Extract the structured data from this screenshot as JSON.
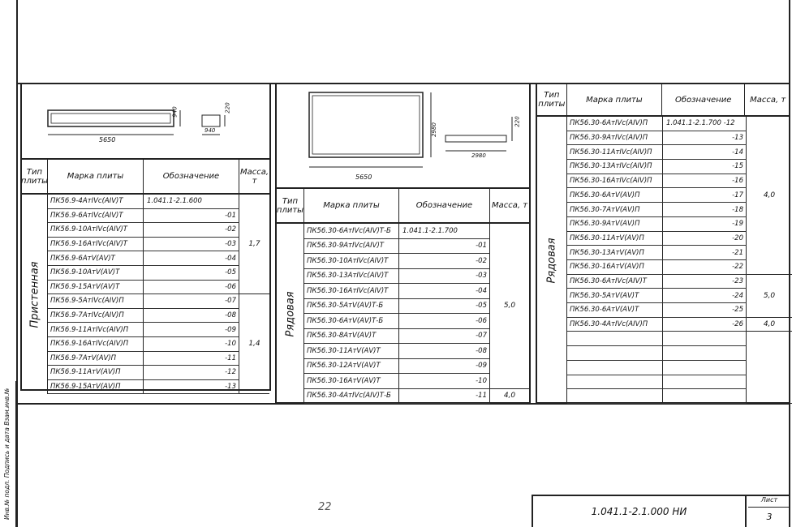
{
  "left_table": {
    "headers": [
      "Тип плиты",
      "Марка плиты",
      "Обозначение",
      "Масса, т"
    ],
    "dims": {
      "length": "5650",
      "width": "940",
      "height": "220",
      "section_width": "940"
    },
    "type": "Пристенная",
    "rows": [
      [
        "ПК56.9-4АтIVс(АIV)Т",
        "1.041.1-2.1.600"
      ],
      [
        "ПК56.9-6АтIVс(АIV)Т",
        "-01"
      ],
      [
        "ПК56.9-10АтIVс(АIV)Т",
        "-02"
      ],
      [
        "ПК56.9-16АтIVс(АIV)Т",
        "-03"
      ],
      [
        "ПК56.9-6АтV(АV)Т",
        "-04"
      ],
      [
        "ПК56.9-10АтV(АV)Т",
        "-05"
      ],
      [
        "ПК56.9-15АтV(АV)Т",
        "-06"
      ],
      [
        "ПК56.9-5АтIVс(АIV)П",
        "-07"
      ],
      [
        "ПК56.9-7АтIVс(АIV)П",
        "-08"
      ],
      [
        "ПК56.9-11АтIVс(АIV)П",
        "-09"
      ],
      [
        "ПК56.9-16АтIVс(АIV)П",
        "-10"
      ],
      [
        "ПК56.9-7АтV(АV)П",
        "-11"
      ],
      [
        "ПК56.9-11АтV(АV)П",
        "-12"
      ],
      [
        "ПК56.9-15АтV(АV)П",
        "-13"
      ]
    ],
    "mass": [
      {
        "value": "1,7",
        "rows": 7
      },
      {
        "value": "1,4",
        "rows": 7
      }
    ]
  },
  "middle_table": {
    "headers": [
      "Тип плиты",
      "Марка плиты",
      "Обозначение",
      "Масса, т"
    ],
    "dims": {
      "length": "5650",
      "width": "2980",
      "height": "220",
      "section_width": "2980"
    },
    "type": "Рядовая",
    "rows": [
      [
        "ПК56.30-6АтIVс(АIV)Т-Б",
        "1.041.1-2.1.700"
      ],
      [
        "ПК56.30-9АтIVс(АIV)Т",
        "-01"
      ],
      [
        "ПК56.30-10АтIVс(АIV)Т",
        "-02"
      ],
      [
        "ПК56.30-13АтIVс(АIV)Т",
        "-03"
      ],
      [
        "ПК56.30-16АтIVс(АIV)Т",
        "-04"
      ],
      [
        "ПК56.30-5АтV(АV)Т-Б",
        "-05"
      ],
      [
        "ПК56.30-6АтV(АV)Т-Б",
        "-06"
      ],
      [
        "ПК56.30-8АтV(АV)Т",
        "-07"
      ],
      [
        "ПК56.30-11АтV(АV)Т",
        "-08"
      ],
      [
        "ПК56.30-12АтV(АV)Т",
        "-09"
      ],
      [
        "ПК56.30-16АтV(АV)Т",
        "-10"
      ],
      [
        "ПК56.30-4АтIVс(АIV)Т-Б",
        "-11"
      ]
    ],
    "mass": [
      {
        "value": "5,0",
        "rows": 11
      },
      {
        "value": "4,0",
        "rows": 1
      }
    ]
  },
  "right_table": {
    "headers": [
      "Тип плиты",
      "Марка плиты",
      "Обозначение",
      "Масса, т"
    ],
    "type": "Рядовая",
    "rows": [
      [
        "ПК56.30-6АтIVс(АIV)П",
        "1.041.1-2.1.700  -12"
      ],
      [
        "ПК56.30-9АтIVс(АIV)П",
        "-13"
      ],
      [
        "ПК56.30-11АтIVс(АIV)П",
        "-14"
      ],
      [
        "ПК56.30-13АтIVс(АIV)П",
        "-15"
      ],
      [
        "ПК56.30-16АтIVс(АIV)П",
        "-16"
      ],
      [
        "ПК56.30-6АтV(АV)П",
        "-17"
      ],
      [
        "ПК56.30-7АтV(АV)П",
        "-18"
      ],
      [
        "ПК56.30-9АтV(АV)П",
        "-19"
      ],
      [
        "ПК56.30-11АтV(АV)П",
        "-20"
      ],
      [
        "ПК56.30-13АтV(АV)П",
        "-21"
      ],
      [
        "ПК56.30-16АтV(АV)П",
        "-22"
      ],
      [
        "ПК56.30-6АтIVс(АIV)Т",
        "-23"
      ],
      [
        "ПК56.30-5АтV(АV)Т",
        "-24"
      ],
      [
        "ПК56.30-6АтV(АV)Т",
        "-25"
      ],
      [
        "ПК56.30-4АтIVс(АIV)П",
        "-26"
      ],
      [
        "",
        ""
      ],
      [
        "",
        ""
      ],
      [
        "",
        ""
      ],
      [
        "",
        ""
      ],
      [
        "",
        ""
      ]
    ],
    "mass": [
      {
        "value": "4,0",
        "rows": 11
      },
      {
        "value": "5,0",
        "rows": 3
      },
      {
        "value": "4,0",
        "rows": 1
      },
      {
        "value": "",
        "rows": 5
      }
    ]
  },
  "title_block": {
    "code": "1.041.1-2.1.000 НИ",
    "sheet_label": "Лист",
    "sheet": "3"
  },
  "page_number": "22",
  "side_stamp": "Инв.№ подл.   Подпись и дата   Взам.инв.№"
}
